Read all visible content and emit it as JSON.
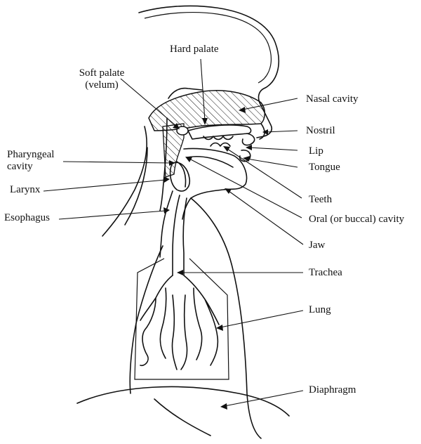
{
  "labels": {
    "hard_palate": "Hard palate",
    "soft_palate_1": "Soft palate",
    "soft_palate_2": "(velum)",
    "nasal_cavity": "Nasal cavity",
    "nostril": "Nostril",
    "pharyngeal_1": "Pharyngeal",
    "pharyngeal_2": "cavity",
    "lip": "Lip",
    "tongue": "Tongue",
    "larynx": "Larynx",
    "teeth": "Teeth",
    "esophagus": "Esophagus",
    "oral_cavity": "Oral (or buccal) cavity",
    "jaw": "Jaw",
    "trachea": "Trachea",
    "lung": "Lung",
    "diaphragm": "Diaphragm"
  },
  "colors": {
    "ink": "#111111",
    "background": "#ffffff"
  }
}
